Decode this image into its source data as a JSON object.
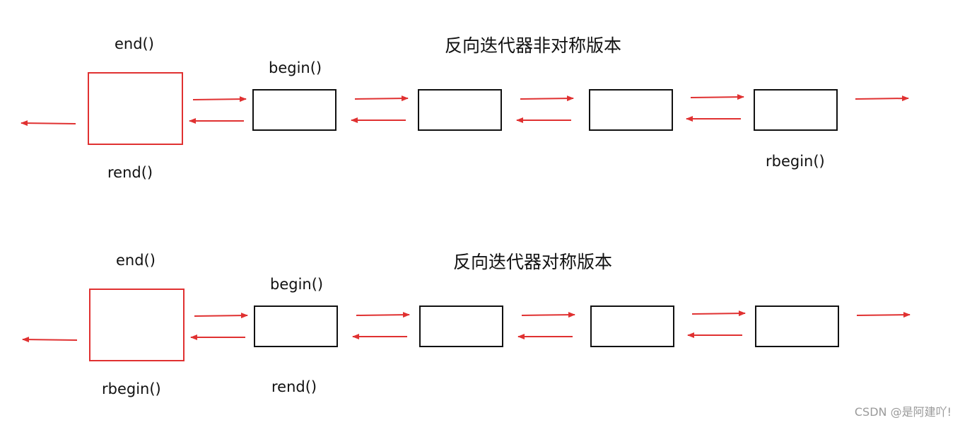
{
  "diagrams": [
    {
      "title": "反向迭代器非对称版本",
      "labels": {
        "end": "end()",
        "begin": "begin()",
        "rend": "rend()",
        "rbegin": "rbegin()"
      }
    },
    {
      "title": "反向迭代器对称版本",
      "labels": {
        "end": "end()",
        "begin": "begin()",
        "rbegin": "rbegin()",
        "rend": "rend()"
      }
    }
  ],
  "colors": {
    "arrow": "#e03131",
    "sentinel_border": "#e03131",
    "node_border": "#111111"
  },
  "watermark": "CSDN @是阿建吖!"
}
